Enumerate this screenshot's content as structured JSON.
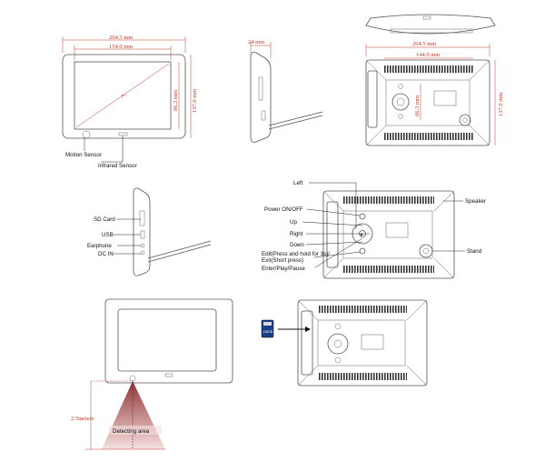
{
  "dimensions": {
    "front_width": "204.5 mm",
    "screen_width": "154.0 mm",
    "screen_height": "86.3 mm",
    "front_height": "137.0 mm",
    "diagonal": "7\"",
    "side_depth": "24 mm",
    "back_width": "204.5 mm",
    "back_inner_width": "144.0 mm",
    "back_inner_height": "66.3 mm",
    "back_height": "137.0 mm",
    "detect_distance": "2.5meters"
  },
  "front_labels": {
    "motion_sensor": "Motion Sensor",
    "infrared_sensor": "Infrared Sensor"
  },
  "side_labels": {
    "sd_card": "SD Card",
    "usb": "USB",
    "earphone": "Earphone",
    "dc_in": "DC IN"
  },
  "back_labels": {
    "left": "Left",
    "power": "Power ON/OFF",
    "up": "Up",
    "right": "Right",
    "down": "Down",
    "edit_line1": "Edit(Press and hold for 3s)/",
    "edit_line2": "Exit(Short press)",
    "enter": "Enter/Play/Pause",
    "speaker": "Speaker",
    "stand": "Stand"
  },
  "bottom_labels": {
    "detecting_area": "Detecting area",
    "sd_chip": "128GB"
  }
}
